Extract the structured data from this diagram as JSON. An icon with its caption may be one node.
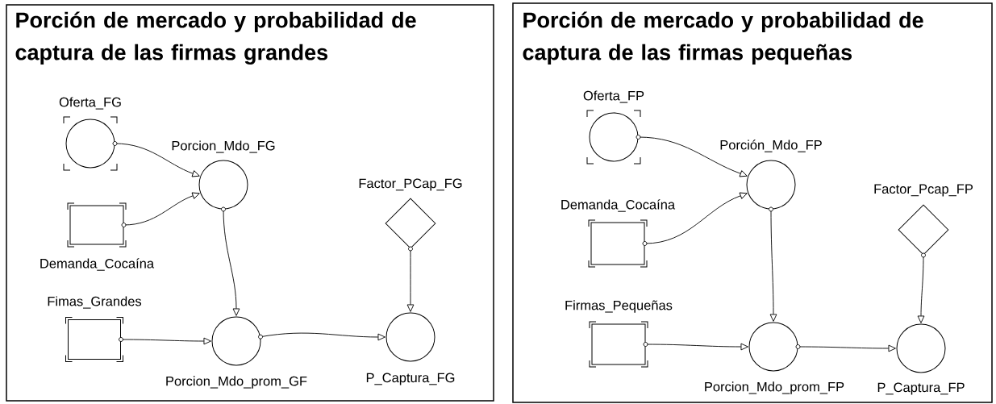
{
  "diagram": {
    "nodes": [
      {
        "text": [
          "Porción de mercado y probabilidad de captura de las firmas grandes"
        ]
      },
      {
        "text": [
          "Oferta_FG"
        ],
        "in": 0
      },
      {
        "text": [
          "Porcion_Mdo_FG"
        ],
        "in": 0
      },
      {
        "text": [
          "Demanda_Cocaína"
        ],
        "in": 0
      },
      {
        "text": [
          "Factor_PCap_FG"
        ],
        "in": 0
      },
      {
        "text": [
          "Fimas_Grandes"
        ],
        "in": 0
      },
      {
        "text": [
          "Porcion_Mdo_prom_GF"
        ],
        "in": 0
      },
      {
        "text": [
          "P_Captura_FG"
        ],
        "in": 0
      },
      {
        "text": [
          "Porción de mercado y probabilidad de captura de las firmas pequeñas"
        ]
      },
      {
        "text": [
          "Oferta_FP"
        ],
        "in": 8
      },
      {
        "text": [
          "Porción_Mdo_FP"
        ],
        "in": 8
      },
      {
        "text": [
          "Demanda_Cocaína"
        ],
        "in": 8
      },
      {
        "text": [
          "Factor_Pcap_FP"
        ],
        "in": 8
      },
      {
        "text": [
          "Firmas_Pequeñas"
        ],
        "in": 8
      },
      {
        "text": [
          "Porcion_Mdo_prom_FP"
        ],
        "in": 8
      },
      {
        "text": [
          "P_Captura_FP"
        ],
        "in": 8
      }
    ],
    "edges": [
      {
        "from": 1,
        "to": 2,
        "arrow": "to"
      },
      {
        "from": 3,
        "to": 2,
        "arrow": "to"
      },
      {
        "from": 2,
        "to": 6,
        "arrow": "to"
      },
      {
        "from": 5,
        "to": 6,
        "arrow": "to"
      },
      {
        "from": 6,
        "to": 7,
        "arrow": "to"
      },
      {
        "from": 4,
        "to": 7,
        "arrow": "to"
      },
      {
        "from": 9,
        "to": 10,
        "arrow": "to"
      },
      {
        "from": 11,
        "to": 10,
        "arrow": "to"
      },
      {
        "from": 10,
        "to": 14,
        "arrow": "to"
      },
      {
        "from": 13,
        "to": 14,
        "arrow": "to"
      },
      {
        "from": 14,
        "to": 15,
        "arrow": "to"
      },
      {
        "from": 12,
        "to": 15,
        "arrow": "to"
      }
    ]
  }
}
